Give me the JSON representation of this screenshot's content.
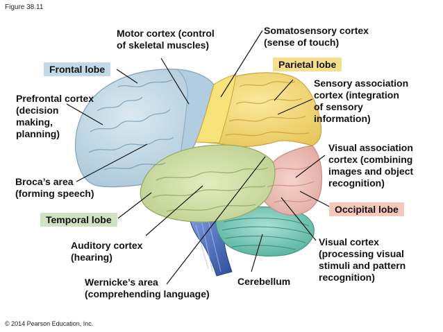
{
  "figure_label": "Figure 38.11",
  "copyright": "© 2014 Pearson Education, Inc.",
  "lobe_labels": {
    "frontal": "Frontal lobe",
    "parietal": "Parietal lobe",
    "temporal": "Temporal lobe",
    "occipital": "Occipital lobe"
  },
  "callouts": {
    "motor_cortex": [
      "Motor cortex (control",
      "of skeletal muscles)"
    ],
    "somatosensory_cortex": [
      "Somatosensory cortex",
      "(sense of touch)"
    ],
    "prefrontal_cortex": [
      "Prefrontal cortex",
      "(decision",
      "making,",
      "planning)"
    ],
    "sensory_association": [
      "Sensory association",
      "cortex (integration",
      "of sensory",
      "information)"
    ],
    "visual_association": [
      "Visual association",
      "cortex (combining",
      "images and object",
      "recognition)"
    ],
    "brocas_area": [
      "Broca’s area",
      "(forming speech)"
    ],
    "auditory_cortex": [
      "Auditory cortex",
      "(hearing)"
    ],
    "wernickes_area": [
      "Wernicke’s area",
      "(comprehending language)"
    ],
    "cerebellum": [
      "Cerebellum"
    ],
    "visual_cortex": [
      "Visual cortex",
      "(processing visual",
      "stimuli and pattern",
      "recognition)"
    ]
  },
  "colors": {
    "frontal": "#c9dde8",
    "motor": "#b8d3e2",
    "parietal": "#f2dc8a",
    "somatosensory": "#f7e27a",
    "temporal": "#d6e4a8",
    "occipital": "#f1c2bc",
    "cerebellum": "#8fd2c4",
    "brainstem": "#5d7fc6",
    "lobe_box_blue": "#c4d9e8",
    "lobe_box_yellow": "#f7e08c",
    "lobe_box_green": "#cfe3c2",
    "lobe_box_pink": "#f6c8bd"
  }
}
